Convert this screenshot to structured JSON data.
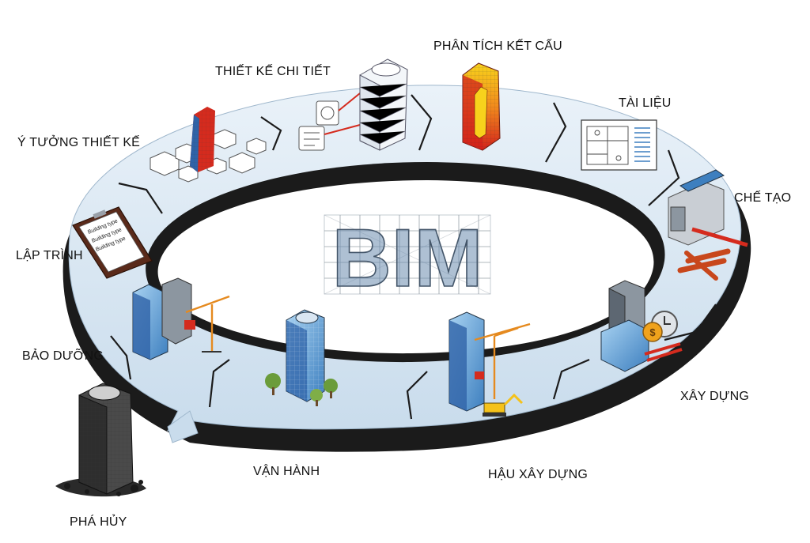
{
  "center": {
    "logo_text": "BIM"
  },
  "stages": [
    {
      "id": "y-tuong",
      "label": "Ý TƯỞNG THIẾT KẾ"
    },
    {
      "id": "thiet-ke",
      "label": "THIẾT KẾ CHI TIẾT"
    },
    {
      "id": "phan-tich",
      "label": "PHÂN TÍCH KẾT CẤU"
    },
    {
      "id": "tai-lieu",
      "label": "TÀI LIỆU"
    },
    {
      "id": "che-tao",
      "label": "CHẾ TẠO"
    },
    {
      "id": "xay-dung",
      "label": "XÂY DỰNG"
    },
    {
      "id": "hau-xay-dung",
      "label": "HẬU XÂY DỰNG"
    },
    {
      "id": "van-hanh",
      "label": "VẬN HÀNH"
    },
    {
      "id": "bao-duong",
      "label": "BẢO DƯỠNG"
    },
    {
      "id": "lap-trinh",
      "label": "LẬP TRÌNH"
    },
    {
      "id": "pha-huy",
      "label": "PHÁ HỦY"
    }
  ],
  "clipboard": {
    "lines": [
      "Building type",
      "Building type",
      "Building type"
    ]
  },
  "colors": {
    "ring_top": "#d6e6f3",
    "ring_side": "#1a1a1a",
    "accent_red": "#d52b1e",
    "accent_yellow": "#f5c21a",
    "glass_blue": "#5b9bd5",
    "crane_orange": "#e58a1f"
  }
}
